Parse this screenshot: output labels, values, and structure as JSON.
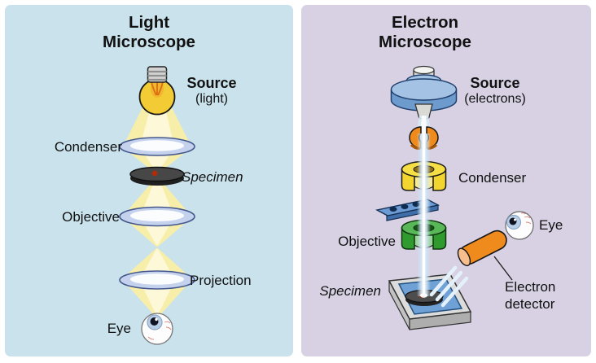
{
  "light_panel": {
    "background": "#c9e2ec",
    "title_line1": "Light",
    "title_line2": "Microscope",
    "source_label": "Source",
    "source_sub": "(light)",
    "condenser_label": "Condenser",
    "specimen_label": "Specimen",
    "objective_label": "Objective",
    "projection_label": "Projection",
    "eye_label": "Eye",
    "beam_color": "#f7efa9",
    "lens_color": "#c5d2ee",
    "bulb_color": "#f3cc35"
  },
  "electron_panel": {
    "background": "#d7d1e3",
    "title_line1": "Electron",
    "title_line2": "Microscope",
    "source_label": "Source",
    "source_sub": "(electrons)",
    "condenser_label": "Condenser",
    "objective_label": "Objective",
    "specimen_label": "Specimen",
    "eye_label": "Eye",
    "detector_label_line1": "Electron",
    "detector_label_line2": "detector",
    "beam_color": "#d7e8f4",
    "gun_color": "#a3c2e4",
    "anode_color": "#ef8a1d",
    "condenser_coil_color": "#f2d52f",
    "objective_coil_color": "#2f9b2f",
    "detector_color": "#ef8a1d",
    "stage_color": "#6fa0d6"
  }
}
